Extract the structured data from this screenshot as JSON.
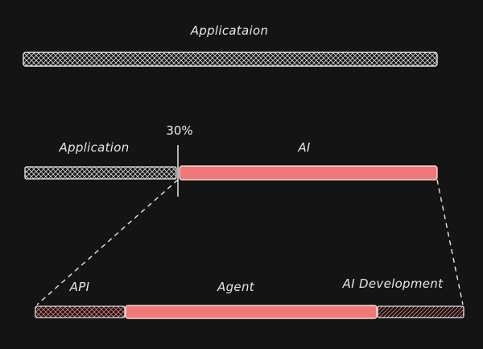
{
  "diagram": {
    "top_bar": {
      "label": "Applicataion"
    },
    "middle_bar": {
      "marker_label": "30%",
      "left_segment": {
        "label": "Application",
        "fraction": 0.3
      },
      "right_segment": {
        "label": "AI"
      }
    },
    "bottom_bar": {
      "segments": [
        {
          "label": "API"
        },
        {
          "label": "Agent"
        },
        {
          "label": "AI Development"
        }
      ]
    },
    "colors": {
      "background": "#141414",
      "outline": "#e8e8e8",
      "ai_fill": "#f07878",
      "api_hatch": "#e87a7a",
      "dev_hatch": "#e87a7a"
    }
  }
}
